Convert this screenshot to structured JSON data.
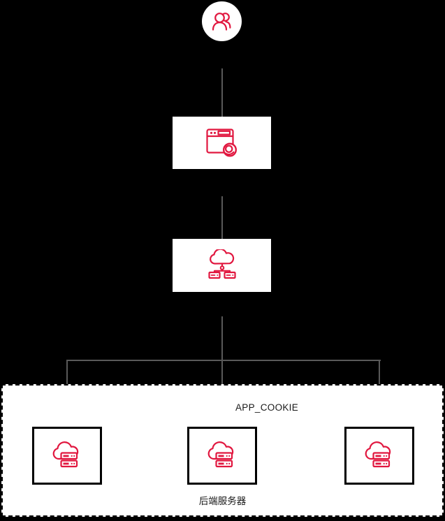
{
  "diagram": {
    "type": "load-balancer-architecture",
    "theme": {
      "background": "#000000",
      "node_fill": "#ffffff",
      "icon_color": "#e1173f",
      "connector_color": "#595959",
      "border_color": "#000000",
      "text_color": "#1a1a1a"
    },
    "labels": {
      "backend_policy": "APP_COOKIE",
      "backend_group": "后端服务器"
    },
    "nodes": [
      {
        "id": "users",
        "icon": "users-icon"
      },
      {
        "id": "browser",
        "icon": "browser-icon"
      },
      {
        "id": "load-balancer",
        "icon": "cloud-network-icon"
      },
      {
        "id": "backend-server-1",
        "icon": "cloud-server-icon"
      },
      {
        "id": "backend-server-2",
        "icon": "cloud-server-icon"
      },
      {
        "id": "backend-server-3",
        "icon": "cloud-server-icon"
      }
    ]
  }
}
